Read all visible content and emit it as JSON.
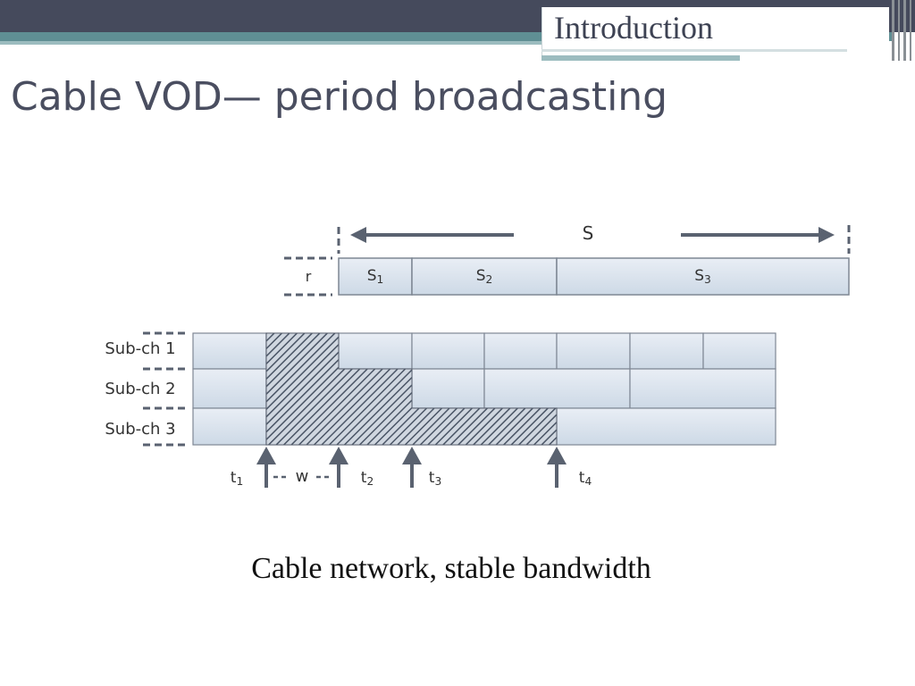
{
  "slide": {
    "section_label": "Introduction",
    "title": "Cable VOD— period broadcasting",
    "caption": "Cable network, stable bandwidth",
    "colors": {
      "header_dark": "#454a5c",
      "header_teal": "#5f8f94",
      "title_text": "#4a4e60",
      "cell_fill": "#dde5ee",
      "hatch": "#4a5566"
    }
  },
  "diagram": {
    "video_label": "S",
    "r_label": "r",
    "w_label": "w",
    "segments": [
      {
        "name": "S",
        "sub": "1"
      },
      {
        "name": "S",
        "sub": "2"
      },
      {
        "name": "S",
        "sub": "3"
      }
    ],
    "subchannels": [
      "Sub-ch 1",
      "Sub-ch 2",
      "Sub-ch 3"
    ],
    "times": [
      {
        "name": "t",
        "sub": "1"
      },
      {
        "name": "t",
        "sub": "2"
      },
      {
        "name": "t",
        "sub": "3"
      },
      {
        "name": "t",
        "sub": "4"
      }
    ]
  }
}
